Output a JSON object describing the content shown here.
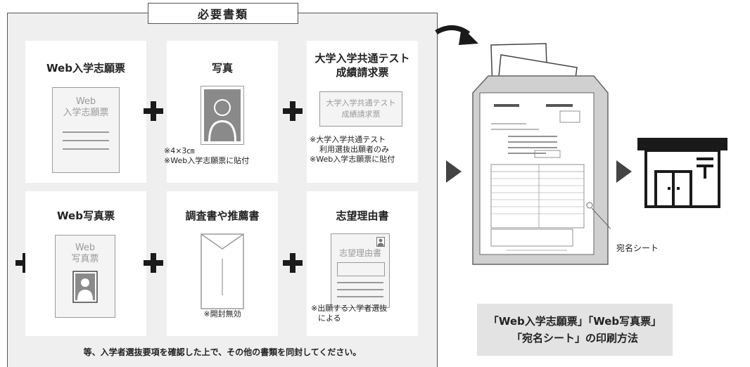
{
  "required_docs_title": "必要書類",
  "cards": {
    "web_application": {
      "title": "Web入学志願票",
      "icon_text": [
        "Web",
        "入学志願票"
      ]
    },
    "photo": {
      "title": "写真",
      "notes": [
        "※4×3㎝",
        "※Web入学志願票に貼付"
      ]
    },
    "test_score": {
      "title_lines": [
        "大学入学共通テスト",
        "成績請求票"
      ],
      "icon_text": [
        "大学入学共通テスト",
        "成績請求票"
      ],
      "notes": [
        "※大学入学共通テスト",
        "利用選抜出願者のみ",
        "※Web入学志願票に貼付"
      ]
    },
    "web_photo": {
      "title": "Web写真票",
      "icon_text": [
        "Web",
        "写真票"
      ]
    },
    "survey": {
      "title": "調査書や推薦書",
      "note": "※開封無効"
    },
    "motivation": {
      "title": "志望理由書",
      "icon_text": "志望理由書",
      "notes": [
        "※出願する入学者選抜",
        "による"
      ]
    }
  },
  "footer_text": "等、入学者選抜要項を確認した上で、その他の書類を同封してください。",
  "envelope_label": "宛名シート",
  "print_method": {
    "line1": "「Web入学志願票」「Web写真票」",
    "line2": "「宛名シート」の印刷方法"
  },
  "colors": {
    "panel": "#efefef",
    "print_box": "#e3e3e3",
    "icon_gray": "#9a9a9a"
  }
}
